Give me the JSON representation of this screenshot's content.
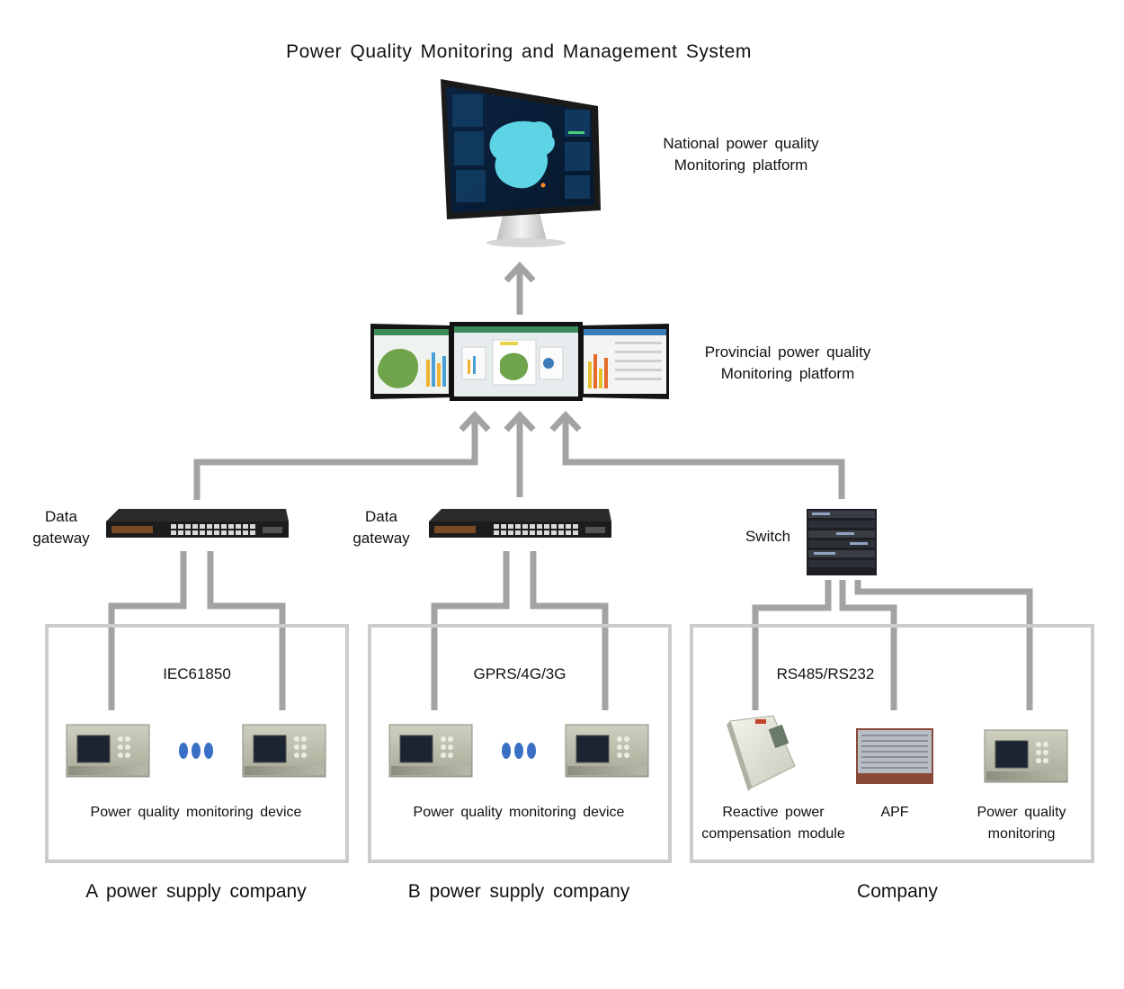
{
  "title": "Power Quality Monitoring and Management System",
  "national_platform": {
    "line1": "National power quality",
    "line2": "Monitoring platform"
  },
  "provincial_platform": {
    "line1": "Provincial power quality",
    "line2": "Monitoring platform"
  },
  "gateway_a": {
    "line1": "Data",
    "line2": "gateway"
  },
  "gateway_b": {
    "line1": "Data",
    "line2": "gateway"
  },
  "switch_label": "Switch",
  "box_a": {
    "protocol": "IEC61850",
    "device_label": "Power quality monitoring device",
    "company": "A power supply company"
  },
  "box_b": {
    "protocol": "GPRS/4G/3G",
    "device_label": "Power quality monitoring device",
    "company": "B power supply company"
  },
  "box_c": {
    "protocol": "RS485/RS232",
    "device1": {
      "line1": "Reactive power",
      "line2": "compensation module"
    },
    "device2": "APF",
    "device3": {
      "line1": "Power quality",
      "line2": "monitoring"
    },
    "company": "Company"
  },
  "colors": {
    "connector": "#a3a3a3",
    "box_border": "#cccccc",
    "ellipsis_dots": "#3a6fc6"
  }
}
